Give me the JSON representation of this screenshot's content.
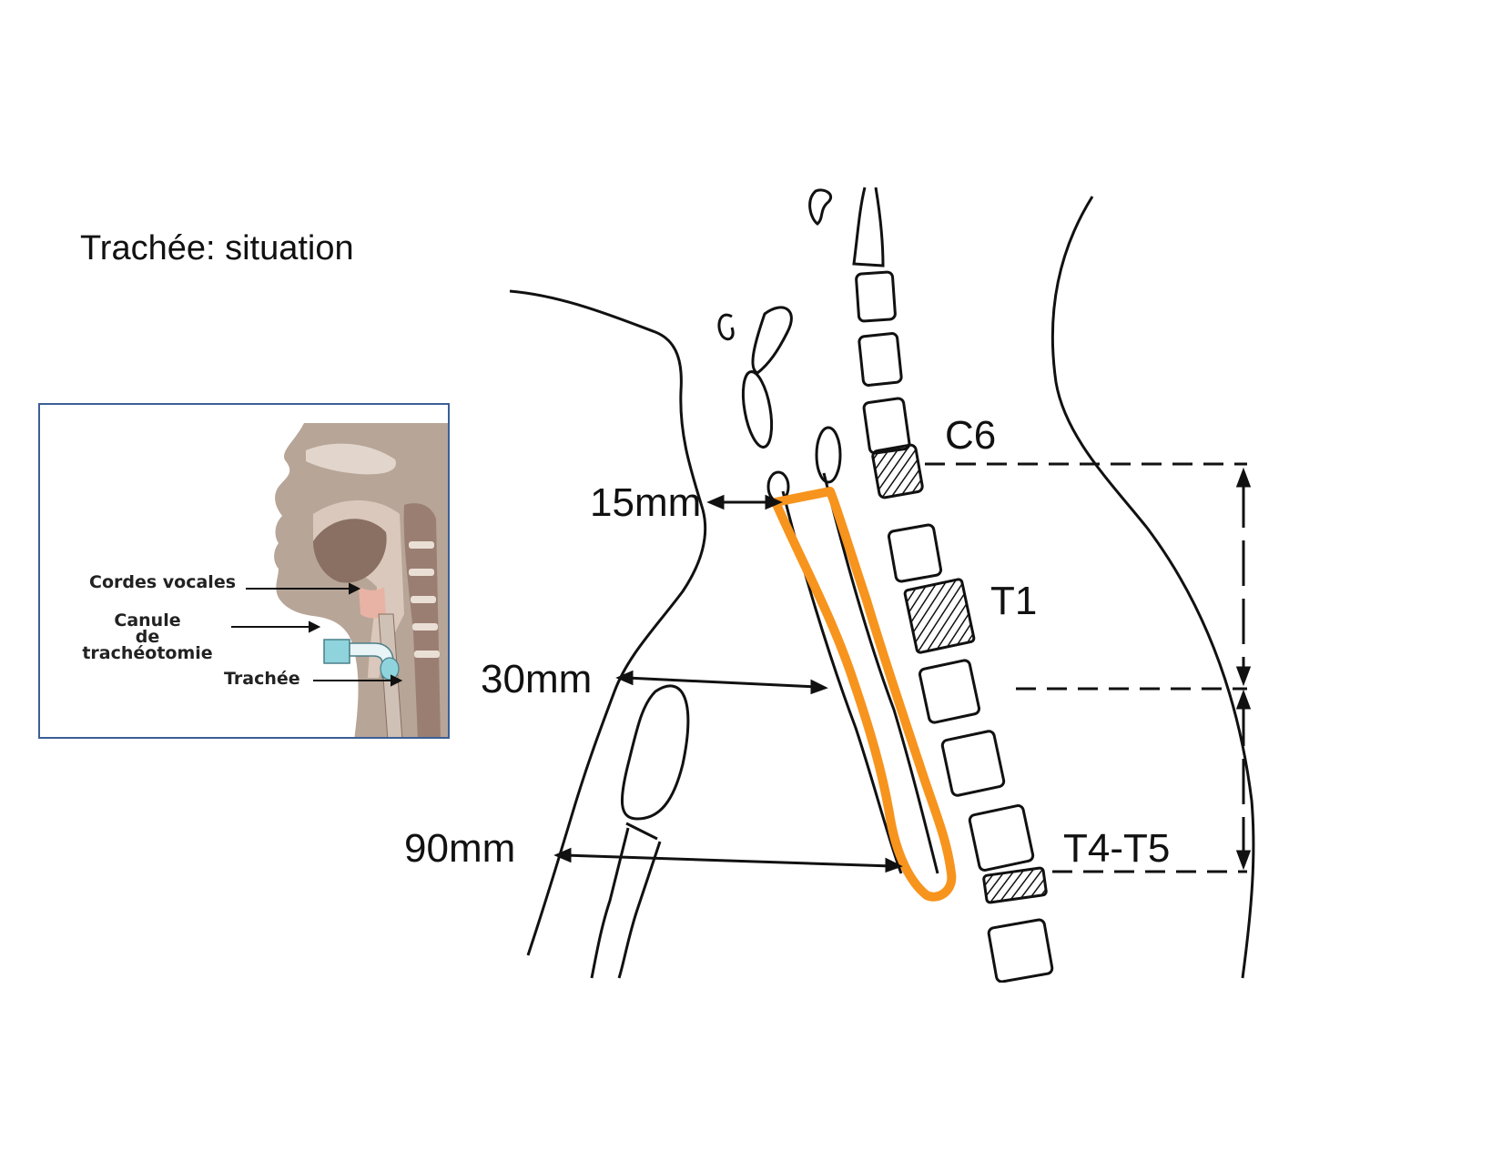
{
  "title": "Trachée: situation",
  "inset": {
    "labels": {
      "vocal_cords": "Cordes vocales",
      "cannula_line1": "Canule",
      "cannula_line2": "de trachéotomie",
      "trachea": "Trachée"
    },
    "colors": {
      "border": "#3b5f96",
      "tissue": "#b7a598",
      "dark": "#8a6f63",
      "cannula": "#8fd3dc",
      "pink": "#e8b3a4"
    }
  },
  "diagram": {
    "measurements": [
      "15mm",
      "30mm",
      "90mm"
    ],
    "vertebrae": [
      "C6",
      "T1",
      "T4-T5"
    ],
    "colors": {
      "trachea_outline": "#f7941d",
      "line": "#111111"
    }
  }
}
